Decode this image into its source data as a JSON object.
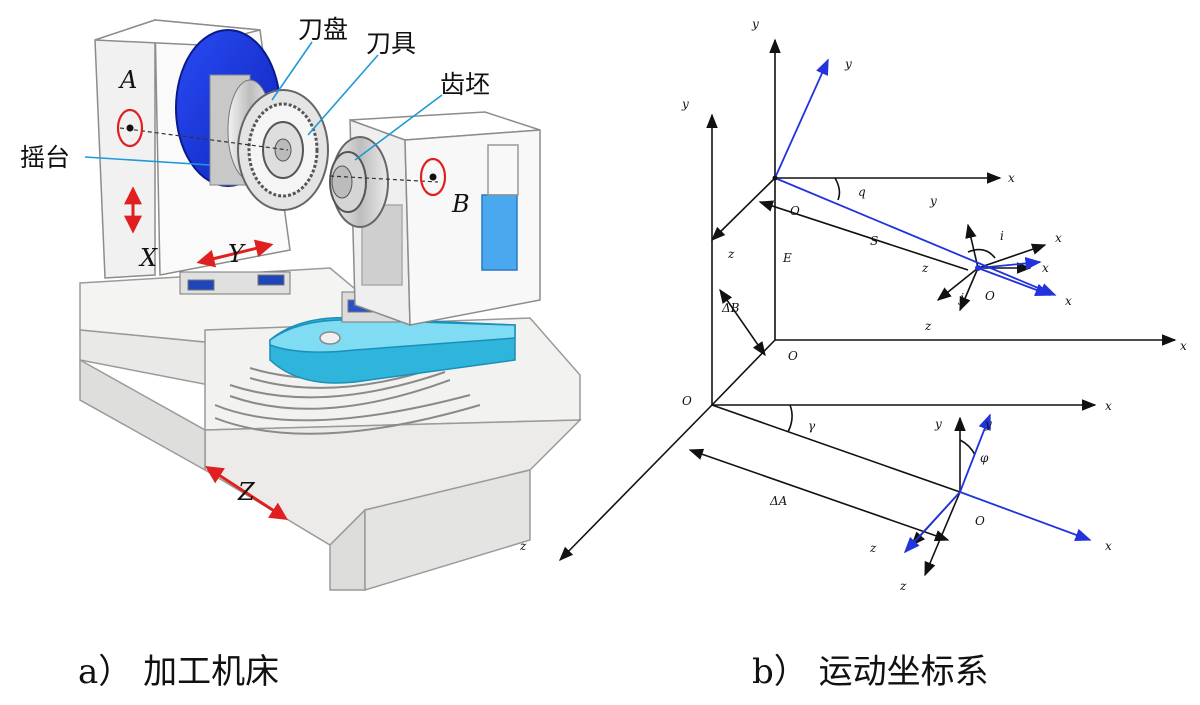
{
  "captions": {
    "a": "a） 加工机床",
    "b": "b） 运动坐标系"
  },
  "machine": {
    "labels": {
      "tool_disk": "刀盘",
      "tool": "刀具",
      "gear_blank": "齿坯",
      "cradle": "摇台",
      "axis_a": "A",
      "axis_b": "B",
      "axis_x": "X",
      "axis_y": "Y",
      "axis_z": "Z"
    }
  },
  "coords": {
    "labels": {
      "y_cd": "y",
      "y_d": "y",
      "y_p": "y",
      "x_c": "x",
      "q": "q",
      "O_cd": "O",
      "y_tj": "y",
      "x_i": "x",
      "x_j": "x",
      "i": "i",
      "z_cd": "z",
      "E_m": "E",
      "S_r": "S",
      "z_ti": "z",
      "x_d": "x",
      "j": "j",
      "O_tj": "O",
      "delta_B": "ΔB",
      "z_c": "z",
      "O_c": "O",
      "x_c2": "x",
      "O_p": "O",
      "x_p": "x",
      "gamma_m": "γ",
      "y_a": "y",
      "y_f": "y",
      "phi": "φ",
      "delta_A": "ΔA",
      "O_fp": "O",
      "z_a": "z",
      "x_fp": "x",
      "z_f": "z",
      "z_pd": "z"
    },
    "colors": {
      "black": "#111111",
      "blue": "#2233dd"
    }
  },
  "colors": {
    "disk_blue": "#1638e8",
    "table_cyan": "#3fc3e6",
    "arrow_red": "#e02020",
    "panel_blue": "#4aa8ee"
  }
}
